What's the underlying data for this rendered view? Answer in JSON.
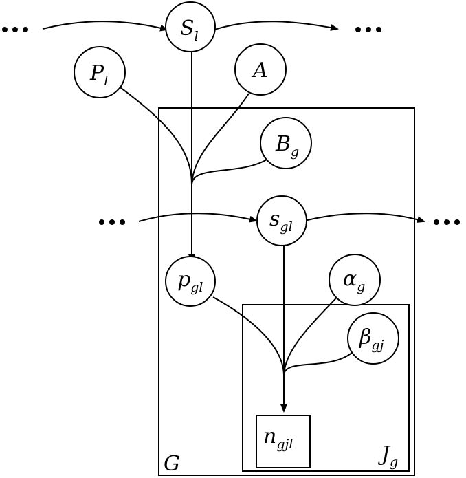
{
  "nodes": {
    "S_l": {
      "base": "S",
      "sub": "l"
    },
    "P_l": {
      "base": "P",
      "sub": "l"
    },
    "A": {
      "base": "A",
      "sub": ""
    },
    "B_g": {
      "base": "B",
      "sub": "g"
    },
    "s_gl": {
      "base": "s",
      "sub": "gl"
    },
    "p_gl": {
      "base": "p",
      "sub": "gl"
    },
    "alpha_g": {
      "base": "α",
      "sub": "g"
    },
    "beta_gj": {
      "base": "β",
      "sub": "gj"
    },
    "n_gjl": {
      "base": "n",
      "sub": "gjl"
    }
  },
  "plates": {
    "outer": {
      "base": "G",
      "sub": ""
    },
    "inner": {
      "base": "J",
      "sub": "g"
    }
  },
  "colors": {
    "stroke": "#000000",
    "background": "#ffffff"
  }
}
